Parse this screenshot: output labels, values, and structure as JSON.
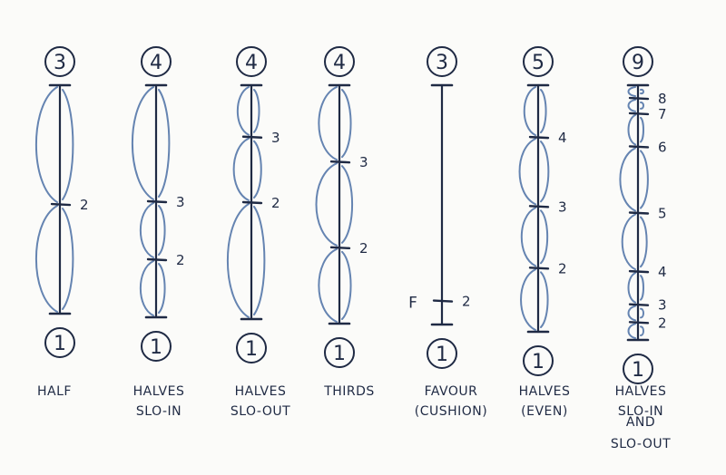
{
  "charts": [
    {
      "id": "half",
      "top_key": "3",
      "bottom_key": "1",
      "caption": [
        "HALF"
      ],
      "ticks": [
        {
          "label": "2",
          "pos": 0.52
        }
      ],
      "arcs": [
        [
          0.0,
          0.52
        ],
        [
          0.52,
          1.0
        ]
      ]
    },
    {
      "id": "halves-slo-in",
      "top_key": "4",
      "bottom_key": "1",
      "caption": [
        "HALVES",
        "SLO-IN"
      ],
      "ticks": [
        {
          "label": "3",
          "pos": 0.5
        },
        {
          "label": "2",
          "pos": 0.75
        }
      ],
      "arcs": [
        [
          0.0,
          0.5
        ],
        [
          0.5,
          0.75
        ],
        [
          0.75,
          1.0
        ]
      ]
    },
    {
      "id": "halves-slo-out",
      "top_key": "4",
      "bottom_key": "1",
      "caption": [
        "HALVES",
        "SLO-OUT"
      ],
      "ticks": [
        {
          "label": "3",
          "pos": 0.22
        },
        {
          "label": "2",
          "pos": 0.5
        }
      ],
      "arcs": [
        [
          0.0,
          0.22
        ],
        [
          0.22,
          0.5
        ],
        [
          0.5,
          1.0
        ]
      ]
    },
    {
      "id": "thirds",
      "top_key": "4",
      "bottom_key": "1",
      "caption": [
        "THIRDS"
      ],
      "ticks": [
        {
          "label": "3",
          "pos": 0.32
        },
        {
          "label": "2",
          "pos": 0.68
        }
      ],
      "arcs": [
        [
          0.0,
          0.32
        ],
        [
          0.32,
          0.68
        ],
        [
          0.68,
          1.0
        ]
      ]
    },
    {
      "id": "favour-cushion",
      "top_key": "3",
      "bottom_key": "1",
      "caption": [
        "FAVOUR",
        "(CUSHION)"
      ],
      "ticks": [
        {
          "label": "2",
          "pos": 0.9,
          "left_label": "F"
        }
      ],
      "arcs": []
    },
    {
      "id": "halves-even",
      "top_key": "5",
      "bottom_key": "1",
      "caption": [
        "HALVES",
        "(EVEN)"
      ],
      "ticks": [
        {
          "label": "4",
          "pos": 0.21
        },
        {
          "label": "3",
          "pos": 0.49
        },
        {
          "label": "2",
          "pos": 0.74
        }
      ],
      "arcs": [
        [
          0.0,
          0.21
        ],
        [
          0.21,
          0.49
        ],
        [
          0.49,
          0.74
        ],
        [
          0.74,
          1.0
        ]
      ]
    },
    {
      "id": "halves-slo-in-and-slo-out",
      "top_key": "9",
      "bottom_key": "1",
      "caption": [
        "HALVES",
        "SLO-IN",
        "AND",
        "SLO-OUT"
      ],
      "ticks": [
        {
          "label": "8",
          "pos": 0.05
        },
        {
          "label": "7",
          "pos": 0.11
        },
        {
          "label": "6",
          "pos": 0.24
        },
        {
          "label": "5",
          "pos": 0.5
        },
        {
          "label": "4",
          "pos": 0.73
        },
        {
          "label": "3",
          "pos": 0.86
        },
        {
          "label": "2",
          "pos": 0.93
        }
      ],
      "arcs": [
        [
          0.0,
          0.05
        ],
        [
          0.05,
          0.11
        ],
        [
          0.11,
          0.24
        ],
        [
          0.24,
          0.5
        ],
        [
          0.5,
          0.73
        ],
        [
          0.73,
          0.86
        ],
        [
          0.86,
          0.93
        ],
        [
          0.93,
          1.0
        ]
      ]
    }
  ]
}
